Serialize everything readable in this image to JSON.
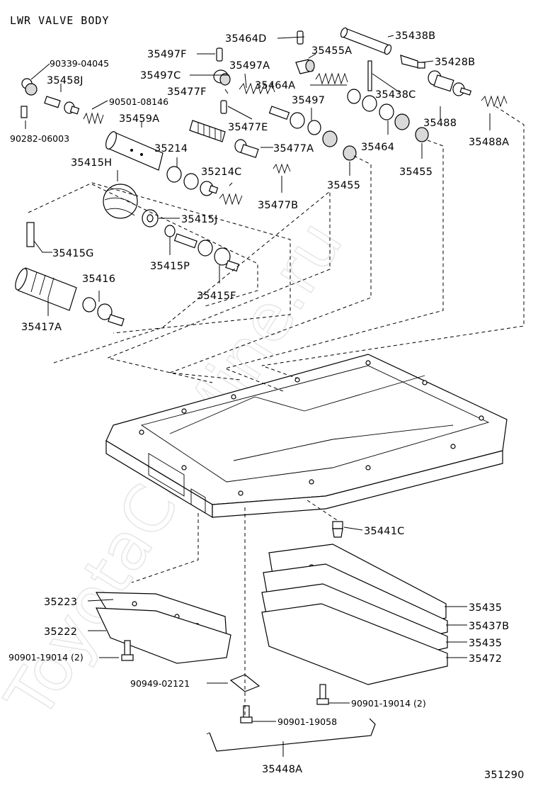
{
  "title": "LWR VALVE BODY",
  "figure_number": "351290",
  "watermark": "ToyotaCarMine.ru",
  "labels": {
    "p35438B": "35438B",
    "p35464D": "35464D",
    "p35455A": "35455A",
    "p35428B": "35428B",
    "p35497F": "35497F",
    "p35497A": "35497A",
    "p35497C": "35497C",
    "p35464A": "35464A",
    "p35438C": "35438C",
    "p90339": "90339-04045",
    "p35458J": "35458J",
    "p35477F": "35477F",
    "p35497": "35497",
    "p35488": "35488",
    "p90501": "90501-08146",
    "p35477E": "35477E",
    "p35488A": "35488A",
    "p35459A": "35459A",
    "p35464": "35464",
    "p90282": "90282-06003",
    "p35214": "35214",
    "p35477A": "35477A",
    "p35455": "35455",
    "p35415H": "35415H",
    "p35214C": "35214C",
    "p35455b": "35455",
    "p35477B": "35477B",
    "p35415J": "35415J",
    "p35415G": "35415G",
    "p35415P": "35415P",
    "p35416": "35416",
    "p35415F": "35415F",
    "p35417A": "35417A",
    "p35441C": "35441C",
    "p35223": "35223",
    "p35435a": "35435",
    "p35437B": "35437B",
    "p35222": "35222",
    "p35435b": "35435",
    "p90901_19014L": "90901-19014 (2)",
    "p35472": "35472",
    "p90949": "90949-02121",
    "p90901_19014R": "90901-19014 (2)",
    "p90901_19058": "90901-19058",
    "p35448A": "35448A"
  }
}
